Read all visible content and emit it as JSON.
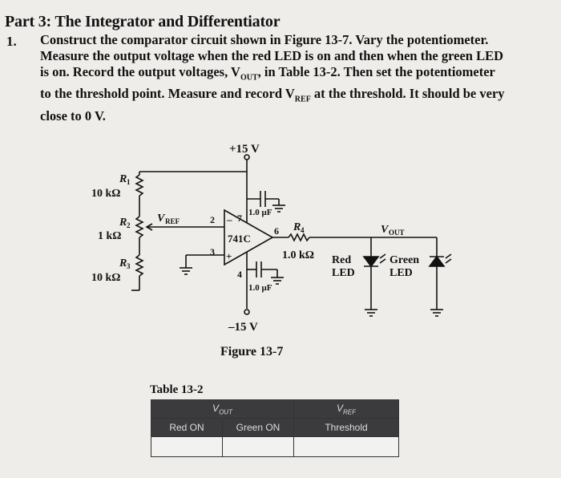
{
  "heading": "Part 3: The Integrator and Differentiator",
  "step": {
    "number": "1.",
    "lines": [
      "Construct the comparator circuit shown in Figure 13-7. Vary the potentiometer.",
      "Measure the output voltage when the red LED is on and then when the green LED",
      "is on. Record the output voltages, V",
      "to the threshold point. Measure and record V"
    ],
    "out_sub": "OUT",
    "line3_tail": ", in Table 13-2. Then set the potentiometer",
    "ref_sub": "REF",
    "line4_tail": " at the threshold. It should be very",
    "line5": "close to 0 V."
  },
  "circuit": {
    "supply_pos": "+15 V",
    "supply_neg": "–15 V",
    "r1_label": "R",
    "r1_sub": "1",
    "r1_value": "10 kΩ",
    "r2_label": "R",
    "r2_sub": "2",
    "r2_value": "1 kΩ",
    "r3_label": "R",
    "r3_sub": "3",
    "r3_value": "10 kΩ",
    "r4_label": "R",
    "r4_sub": "4",
    "r4_value": "1.0 kΩ",
    "vref_label": "V",
    "vref_sub": "REF",
    "cap_top": "1.0 μF",
    "cap_bottom": "1.0 μF",
    "opamp": "741C",
    "pin2": "2",
    "pin3": "3",
    "pin4": "4",
    "pin6": "6",
    "pin7": "7",
    "minus": "–",
    "plus": "+",
    "vout_label": "V",
    "vout_sub": "OUT",
    "red_led_1": "Red",
    "red_led_2": "LED",
    "green_led_1": "Green",
    "green_led_2": "LED"
  },
  "figure_caption": "Figure 13-7",
  "table": {
    "caption": "Table 13-2",
    "vout_header": "V",
    "vout_header_sub": "OUT",
    "vref_header": "V",
    "vref_header_sub": "REF",
    "red_on": "Red ON",
    "green_on": "Green ON",
    "threshold": "Threshold"
  },
  "colors": {
    "background": "#eeedea",
    "ink": "#111111",
    "table_header": "#3b3b3d"
  }
}
